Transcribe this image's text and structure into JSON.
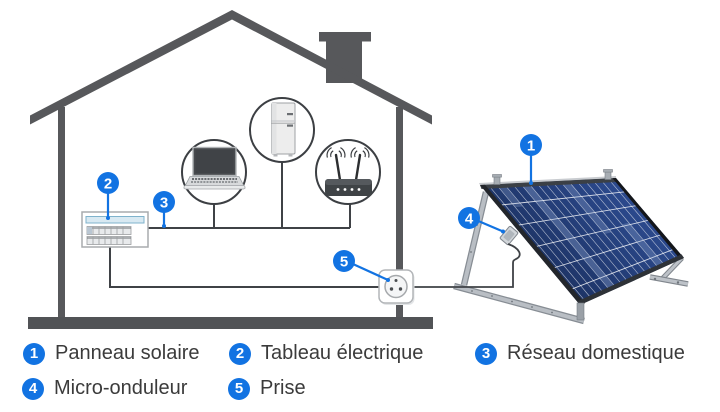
{
  "legend": {
    "items": [
      {
        "num": "1",
        "label": "Panneau solaire"
      },
      {
        "num": "2",
        "label": "Tableau électrique"
      },
      {
        "num": "3",
        "label": "Réseau domestique"
      },
      {
        "num": "4",
        "label": "Micro-onduleur"
      },
      {
        "num": "5",
        "label": "Prise"
      }
    ]
  },
  "colors": {
    "accent_blue": "#1273e2",
    "structure_gray": "#57585b",
    "ground_gray": "#515356",
    "panel_blue": "#21407f",
    "wire_gray": "#3f4246"
  }
}
